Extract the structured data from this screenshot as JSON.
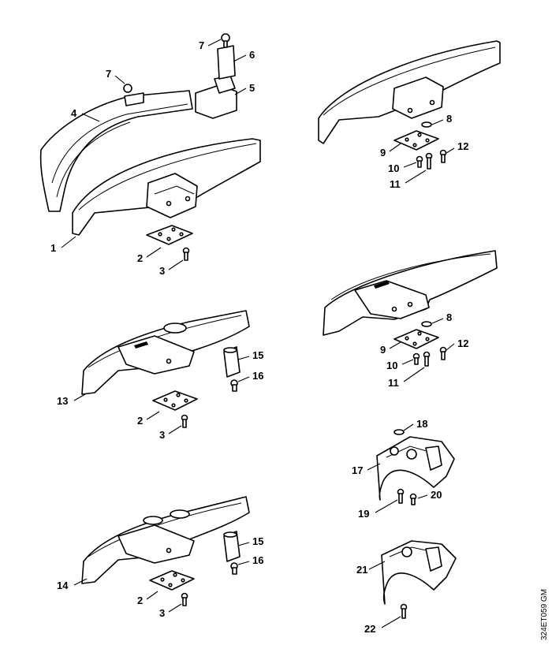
{
  "callouts": [
    {
      "id": "c1",
      "text": "1"
    },
    {
      "id": "c2a",
      "text": "2"
    },
    {
      "id": "c3a",
      "text": "3"
    },
    {
      "id": "c4",
      "text": "4"
    },
    {
      "id": "c5",
      "text": "5"
    },
    {
      "id": "c6",
      "text": "6"
    },
    {
      "id": "c7a",
      "text": "7"
    },
    {
      "id": "c7b",
      "text": "7"
    },
    {
      "id": "c8a",
      "text": "8"
    },
    {
      "id": "c9a",
      "text": "9"
    },
    {
      "id": "c10a",
      "text": "10"
    },
    {
      "id": "c11a",
      "text": "11"
    },
    {
      "id": "c12a",
      "text": "12"
    },
    {
      "id": "c8b",
      "text": "8"
    },
    {
      "id": "c9b",
      "text": "9"
    },
    {
      "id": "c10b",
      "text": "10"
    },
    {
      "id": "c11b",
      "text": "11"
    },
    {
      "id": "c12b",
      "text": "12"
    },
    {
      "id": "c13",
      "text": "13"
    },
    {
      "id": "c2b",
      "text": "2"
    },
    {
      "id": "c3b",
      "text": "3"
    },
    {
      "id": "c15a",
      "text": "15"
    },
    {
      "id": "c16a",
      "text": "16"
    },
    {
      "id": "c14",
      "text": "14"
    },
    {
      "id": "c2c",
      "text": "2"
    },
    {
      "id": "c3c",
      "text": "3"
    },
    {
      "id": "c15b",
      "text": "15"
    },
    {
      "id": "c16b",
      "text": "16"
    },
    {
      "id": "c17",
      "text": "17"
    },
    {
      "id": "c18",
      "text": "18"
    },
    {
      "id": "c19",
      "text": "19"
    },
    {
      "id": "c20",
      "text": "20"
    },
    {
      "id": "c21",
      "text": "21"
    },
    {
      "id": "c22",
      "text": "22"
    }
  ],
  "drawing_code": "324ET059 GM",
  "callout_color": "#000000",
  "line_color": "#000000"
}
